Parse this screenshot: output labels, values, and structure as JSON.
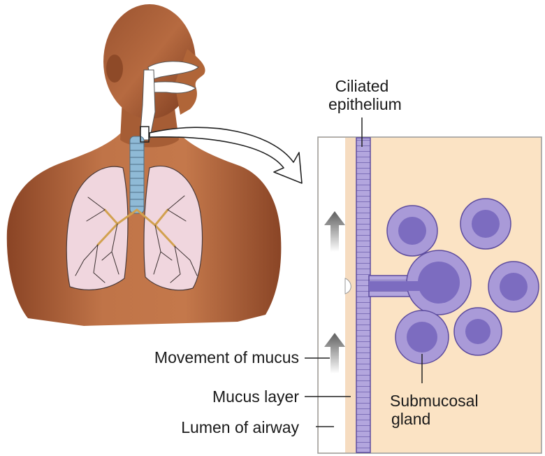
{
  "figure": {
    "labels": {
      "ciliated_line1": "Ciliated",
      "ciliated_line2": "epithelium",
      "movement": "Movement of mucus",
      "mucus_layer": "Mucus layer",
      "lumen": "Lumen of airway",
      "gland_line1": "Submucosal",
      "gland_line2": "gland"
    },
    "colors": {
      "skin": "#b5673e",
      "lung": "#f0d6de",
      "airway": "#9cc4dc",
      "epithelium": "#a99ad8",
      "epithelium_dark": "#6f5fb0",
      "tissue": "#fbe3c4",
      "lumen": "#ffffff",
      "arrow": "#6d6d6d"
    },
    "icons": [
      "mucus-flow-arrow-icon",
      "callout-arrow-icon"
    ]
  }
}
